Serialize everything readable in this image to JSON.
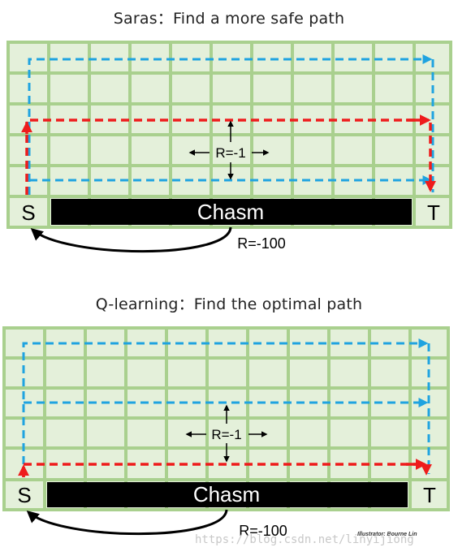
{
  "panels": [
    {
      "title": "Saras：Find a more safe path",
      "start_label": "S",
      "target_label": "T",
      "chasm_label": "Chasm",
      "step_reward": "R=-1",
      "fall_reward": "R=-100"
    },
    {
      "title": "Q-learning：Find the optimal path",
      "start_label": "S",
      "target_label": "T",
      "chasm_label": "Chasm",
      "step_reward": "R=-1",
      "fall_reward": "R=-100"
    }
  ],
  "credit": "Illustrator: Bourne Lin",
  "watermark": "https://blog.csdn.net/linyijiong",
  "colors": {
    "cell_fill": "#e4f0da",
    "grid_line": "#a9d08e",
    "chasm": "#000000",
    "safe_path": "#1fa3e0",
    "risky_path": "#ee1c1c"
  }
}
